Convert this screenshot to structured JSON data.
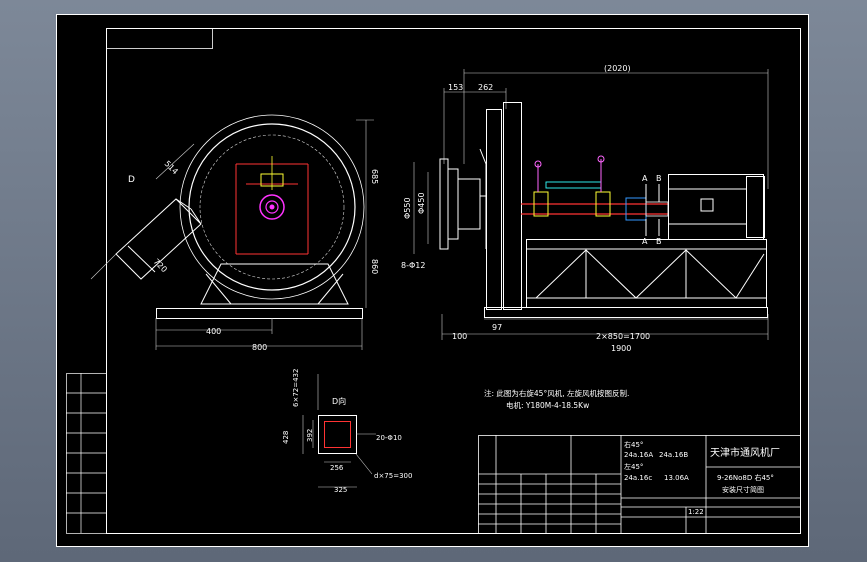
{
  "left_dims": {
    "d514": "514",
    "d720": "720",
    "d685": "685",
    "d860": "860",
    "d400": "400",
    "d800": "800",
    "mark_d": "D"
  },
  "right_dims": {
    "d2020": "(2020)",
    "d153": "153",
    "d262": "262",
    "d550": "Φ550",
    "d450": "Φ450",
    "holes": "8-Φ12",
    "sec_a_top": "A",
    "sec_b_top": "B",
    "sec_a_bot": "A",
    "sec_b_bot": "B",
    "d100": "100",
    "d97": "97",
    "d2x850": "2×850=1700",
    "d1900": "1900"
  },
  "detail": {
    "title": "D向",
    "top_dim": "6×72=432",
    "d428": "428",
    "d392": "392",
    "holes": "20-Φ10",
    "d256": "256",
    "d325": "325",
    "d_pitch": "d×75=300"
  },
  "note": {
    "line1": "注: 此图为右旋45°风机, 左旋风机按图反制.",
    "line2": "电机: Y180M-4-18.5Kw"
  },
  "title_block": {
    "spec1": "右45°",
    "spec2a": "24a.16A",
    "spec2b": "24a.16B",
    "spec3": "左45°",
    "spec4a": "24a.16c",
    "spec4b": "13.06A",
    "company": "天津市通风机厂",
    "model": "9-26No8D 右45°",
    "drawing": "安装尺寸简图",
    "scale": "1:22"
  }
}
